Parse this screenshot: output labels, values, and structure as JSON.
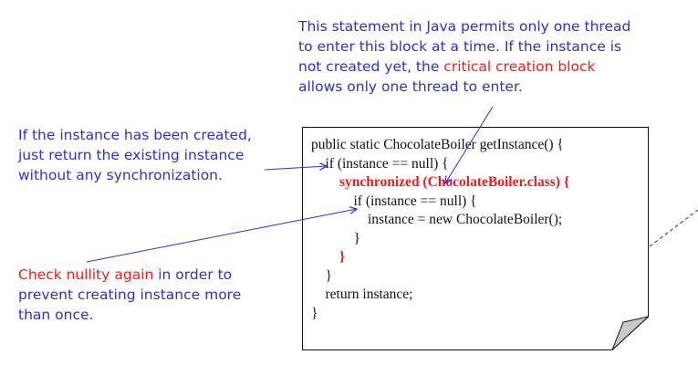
{
  "colors": {
    "annotation": "#2f2fcf",
    "highlight": "#ee1c1c",
    "code": "#111111",
    "border": "#111111",
    "page_fold": "#c8c8c8"
  },
  "annotations": {
    "top": {
      "lines": [
        [
          {
            "text": "This statement in Java permits only one thread",
            "color": "#2f2fcf"
          }
        ],
        [
          {
            "text": "to enter this block at a time. If the instance is",
            "color": "#2f2fcf"
          }
        ],
        [
          {
            "text": "not created yet, the ",
            "color": "#2f2fcf"
          },
          {
            "text": "critical creation block",
            "color": "#ee1c1c"
          }
        ],
        [
          {
            "text": "allows only one thread to enter.",
            "color": "#2f2fcf"
          }
        ]
      ]
    },
    "left": {
      "lines": [
        [
          {
            "text": "If the instance has been created,",
            "color": "#2f2fcf"
          }
        ],
        [
          {
            "text": "just return the existing instance",
            "color": "#2f2fcf"
          }
        ],
        [
          {
            "text": "without any synchronization.",
            "color": "#2f2fcf"
          }
        ]
      ]
    },
    "bottom": {
      "lines": [
        [
          {
            "text": "Check nullity again",
            "color": "#ee1c1c"
          },
          {
            "text": " in order to",
            "color": "#2f2fcf"
          }
        ],
        [
          {
            "text": "prevent creating instance more",
            "color": "#2f2fcf"
          }
        ],
        [
          {
            "text": "than once.",
            "color": "#2f2fcf"
          }
        ]
      ]
    }
  },
  "code": {
    "lines": [
      {
        "text": "public static ChocolateBoiler getInstance() {",
        "highlight": false
      },
      {
        "text": "    if (instance == null) {",
        "highlight": false
      },
      {
        "text": "        synchronized (ChocolateBoiler.class) {",
        "highlight": true
      },
      {
        "text": "            if (instance == null) {",
        "highlight": false
      },
      {
        "text": "                instance = new ChocolateBoiler();",
        "highlight": false
      },
      {
        "text": "            }",
        "highlight": false
      },
      {
        "text": "        }",
        "highlight": true
      },
      {
        "text": "    }",
        "highlight": false
      },
      {
        "text": "    return instance;",
        "highlight": false
      },
      {
        "text": "}",
        "highlight": false
      }
    ]
  }
}
